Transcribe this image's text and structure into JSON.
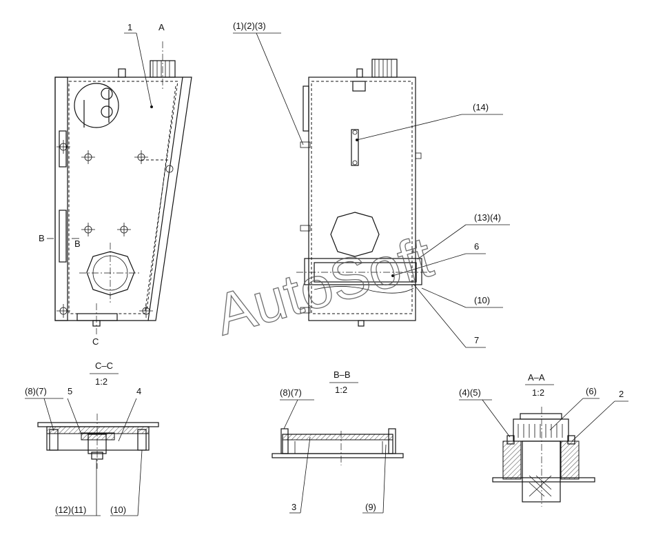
{
  "watermark": "AutoSoft",
  "views": {
    "front": {
      "part_label": "1",
      "section_a_mark": "A",
      "section_b_mark_left": "B",
      "section_b_mark_right": "B",
      "section_c_mark": "C"
    },
    "side": {
      "callouts": [
        "(1)(2)(3)",
        "(14)",
        "(13)(4)",
        "6",
        "(10)",
        "7"
      ]
    },
    "section_cc": {
      "title": "C–C",
      "scale": "1:2",
      "callouts_top": [
        "(8)(7)",
        "5",
        "4"
      ],
      "callouts_bottom": [
        "(12)(11)",
        "(10)"
      ]
    },
    "section_bb": {
      "title": "B–B",
      "scale": "1:2",
      "callouts_top": [
        "(8)(7)"
      ],
      "callouts_bottom": [
        "3",
        "(9)"
      ]
    },
    "section_aa": {
      "title": "A–A",
      "scale": "1:2",
      "callouts_top": [
        "(4)(5)",
        "(6)",
        "2"
      ]
    }
  }
}
